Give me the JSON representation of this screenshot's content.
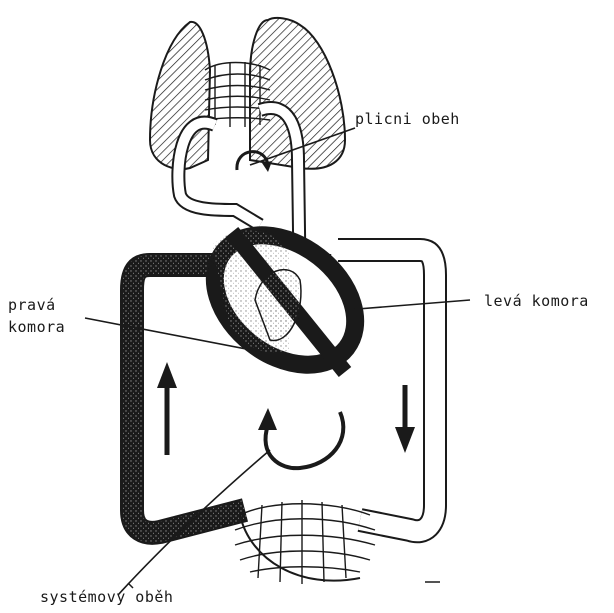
{
  "labels": {
    "pulmonary": "plicni obeh",
    "right_ventricle_line1": "pravá",
    "right_ventricle_line2": "komora",
    "left_ventricle": "levá komora",
    "systemic": "systémový oběh"
  },
  "colors": {
    "ink": "#1a1a1a",
    "stipple": "#9a9a9a",
    "paper": "#ffffff"
  },
  "icons": {
    "flow_up": "arrow-up-icon",
    "flow_down": "arrow-down-icon",
    "circulation": "circular-arrow-icon"
  }
}
